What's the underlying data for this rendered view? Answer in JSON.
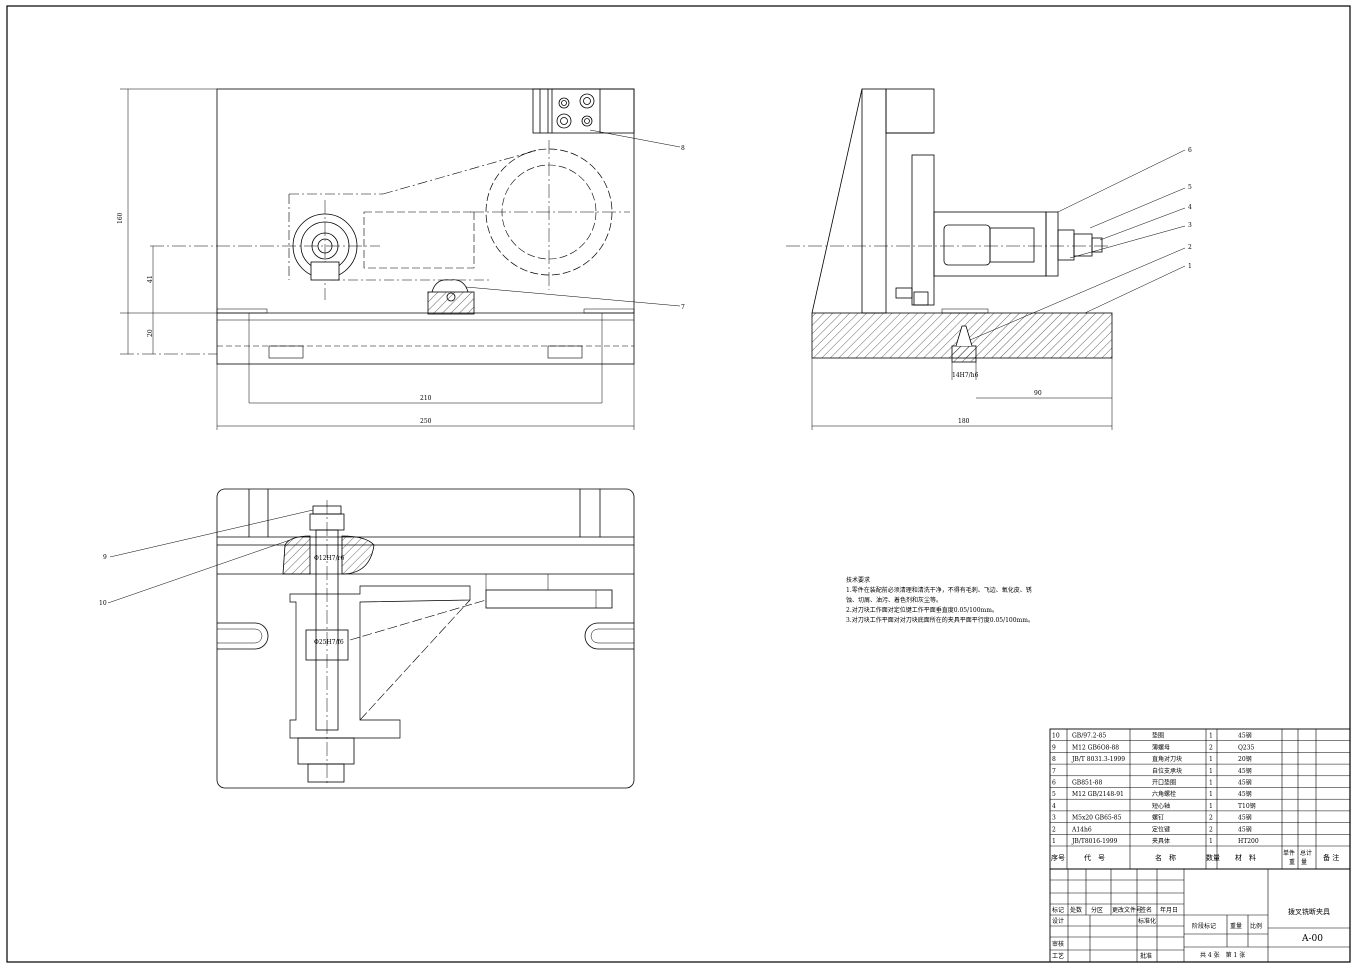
{
  "balloons": {
    "n1": "1",
    "n2": "2",
    "n3": "3",
    "n4": "4",
    "n5": "5",
    "n6": "6",
    "n7": "7",
    "n8": "8",
    "n9": "9",
    "n10": "10"
  },
  "dimensions": {
    "h160": "160",
    "h41": "41",
    "h20": "20",
    "w210": "210",
    "w250": "250",
    "w90": "90",
    "w180": "180",
    "fit14": "14H7/h6",
    "fit12": "Φ12H7/r6",
    "fit25": "Φ25H7/f6"
  },
  "notes": {
    "title": "技术要求",
    "lines": [
      "1.零件在装配前必须清理和清洗干净，不得有毛刺、飞边、氧化皮、锈",
      "蚀、切屑、油污、着色剂和灰尘等。",
      "2.对刀块工作面对定位键工作平面垂直度0.05/100mm。",
      "3.对刀块工作平面对对刀块底面所在的夹具平面平行度0.05/100mm。"
    ]
  },
  "bom": {
    "rows": [
      {
        "no": "10",
        "code": "GB/97.2-85",
        "name": "垫圈",
        "qty": "1",
        "material": "45钢"
      },
      {
        "no": "9",
        "code": "M12 GB6O8-88",
        "name": "薄螺母",
        "qty": "2",
        "material": "Q235"
      },
      {
        "no": "8",
        "code": "JB/T 8031.3-1999",
        "name": "直角对刀块",
        "qty": "1",
        "material": "20钢"
      },
      {
        "no": "7",
        "code": "",
        "name": "自位支承块",
        "qty": "1",
        "material": "45钢"
      },
      {
        "no": "6",
        "code": "GB851-88",
        "name": "开口垫圈",
        "qty": "1",
        "material": "45钢"
      },
      {
        "no": "5",
        "code": "M12 GB/2148-91",
        "name": "六角螺栓",
        "qty": "1",
        "material": "45钢"
      },
      {
        "no": "4",
        "code": "",
        "name": "短心轴",
        "qty": "1",
        "material": "T10钢"
      },
      {
        "no": "3",
        "code": "M5x20 GB65-85",
        "name": "螺钉",
        "qty": "2",
        "material": "45钢"
      },
      {
        "no": "2",
        "code": "A14h6",
        "name": "定位键",
        "qty": "2",
        "material": "45钢"
      },
      {
        "no": "1",
        "code": "JB/T8016-1999",
        "name": "夹具体",
        "qty": "1",
        "material": "HT200"
      }
    ],
    "headers": {
      "no": "序号",
      "code": "代　号",
      "name": "名　称",
      "qty": "数量",
      "material": "材　料",
      "unit": "单件",
      "total": "总计",
      "weight": "重　量",
      "remark": "备 注"
    }
  },
  "titleblock": {
    "r_mark": "标记",
    "r_count": "处数",
    "r_zone": "分区",
    "r_changedoc": "更改文件号",
    "r_sign": "签名",
    "r_date": "年月日",
    "design": "设计",
    "standardize": "标准化",
    "stage_mark": "阶段标记",
    "weight": "重量",
    "scale": "比例",
    "review": "审核",
    "process": "工艺",
    "approve": "批准",
    "sheets": "共 4 张　第 1 张",
    "drawing_name": "拨叉铣断夹具",
    "drawing_no": "A-00"
  }
}
